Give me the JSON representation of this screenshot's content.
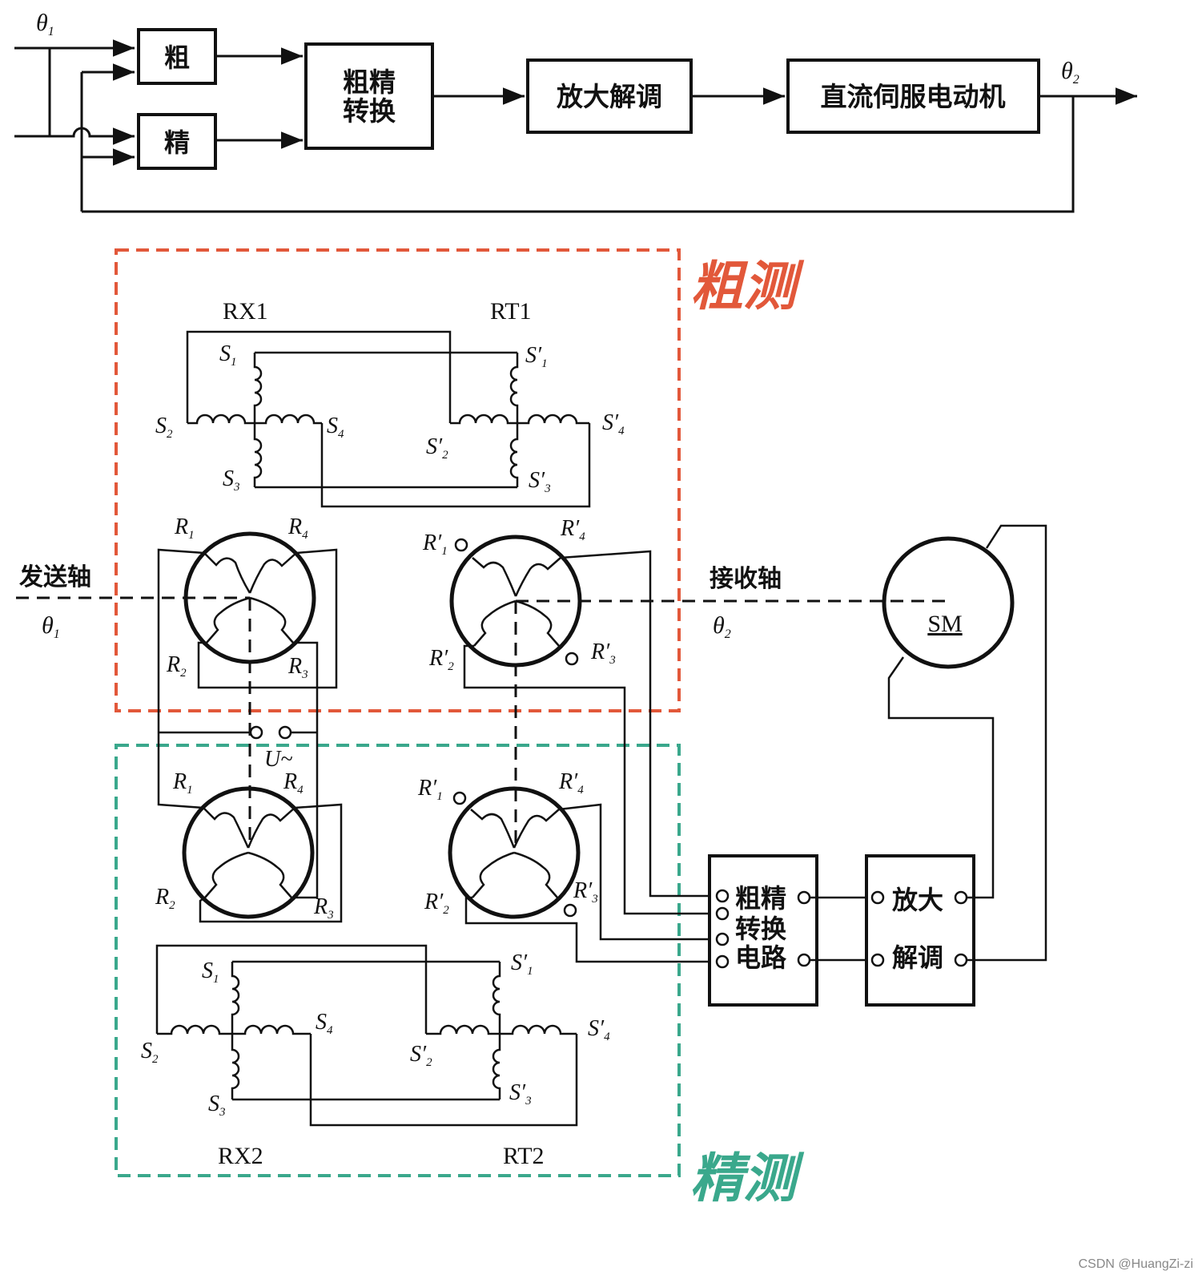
{
  "block_diagram": {
    "input_label": "θ",
    "input_sub": "1",
    "output_label": "θ",
    "output_sub": "2",
    "coarse": "粗",
    "fine": "精",
    "switch_l1": "粗精",
    "switch_l2": "转换",
    "amp": "放大解调",
    "motor": "直流伺服电动机"
  },
  "regions": {
    "coarse_label": "粗测",
    "coarse_color": "#e2583a",
    "fine_label": "精测",
    "fine_color": "#3aa88c"
  },
  "devices": {
    "rx1": "RX1",
    "rt1": "RT1",
    "rx2": "RX2",
    "rt2": "RT2",
    "sm": "SM",
    "supply": "U~"
  },
  "shafts": {
    "send": "发送轴",
    "send_angle": "θ",
    "send_sub": "1",
    "recv": "接收轴",
    "recv_angle": "θ",
    "recv_sub": "2"
  },
  "circuits": {
    "switch_l1": "粗精",
    "switch_l2": "转换",
    "switch_l3": "电路",
    "amp_l1": "放大",
    "amp_l2": "解调"
  },
  "watermark": "CSDN @HuangZi-zi"
}
